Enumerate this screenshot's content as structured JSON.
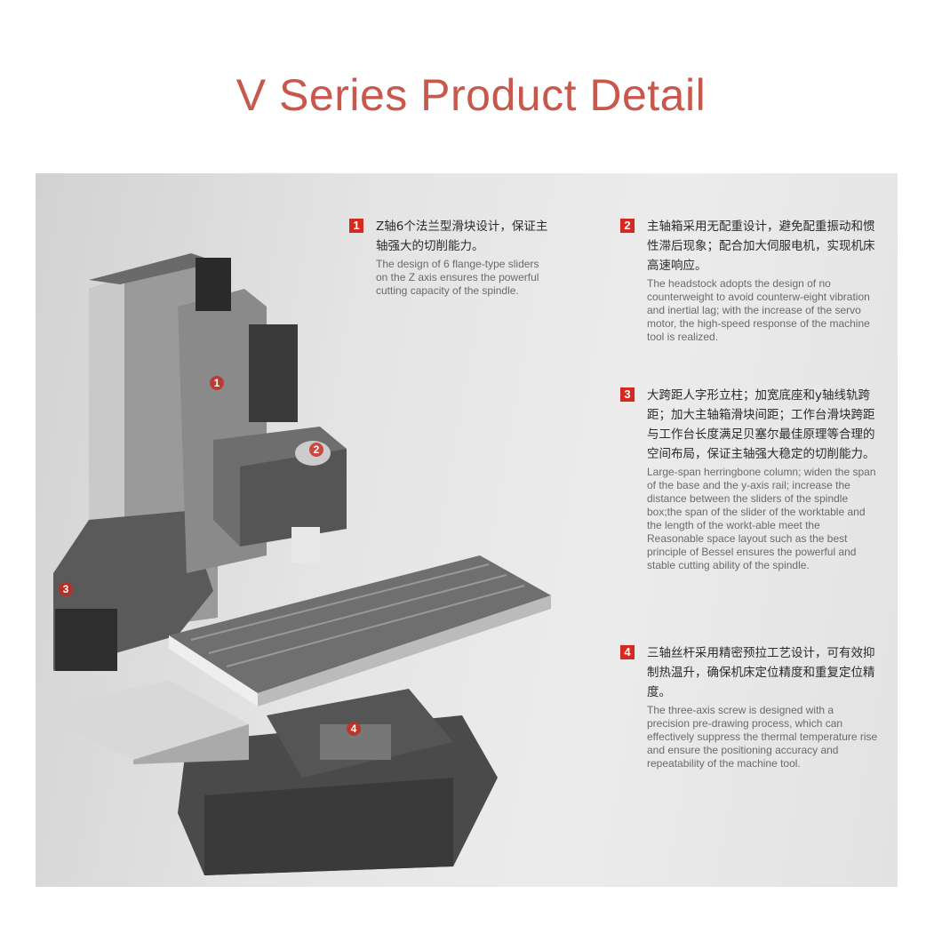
{
  "title": "V Series Product Detail",
  "colors": {
    "accent": "#d42a22",
    "title": "#c8574c"
  },
  "features": [
    {
      "number": "1",
      "zh": "Z轴6个法兰型滑块设计，保证主轴强大的切削能力。",
      "en": "The design of 6 flange-type sliders on the Z axis ensures the powerful cutting capacity of the spindle."
    },
    {
      "number": "2",
      "zh": "主轴箱采用无配重设计，避免配重振动和惯性滞后现象；配合加大伺服电机，实现机床高速响应。",
      "en": "The headstock adopts the design of no counterweight to avoid counterw-eight vibration and inertial lag; with the increase of the servo motor, the high-speed response of the machine tool is realized."
    },
    {
      "number": "3",
      "zh": "大跨距人字形立柱；加宽底座和y轴线轨跨距；加大主轴箱滑块间距；工作台滑块跨距与工作台长度满足贝塞尔最佳原理等合理的空间布局，保证主轴强大稳定的切削能力。",
      "en": "Large-span herringbone column; widen the span of the base and the y-axis rail; increase the distance between the sliders of the spindle box;the span of the slider of the worktable and the length of the workt-able meet the Reasonable space layout such as the best principle of Bessel ensures the powerful and stable cutting ability of the spindle."
    },
    {
      "number": "4",
      "zh": "三轴丝杆采用精密预拉工艺设计，可有效抑制热温升，确保机床定位精度和重复定位精度。",
      "en": "The three-axis screw is designed with a precision pre-drawing process, which can effectively suppress the thermal temperature rise and ensure the positioning accuracy and repeatability of the machine tool."
    }
  ],
  "markers": [
    "1",
    "2",
    "3",
    "4"
  ]
}
